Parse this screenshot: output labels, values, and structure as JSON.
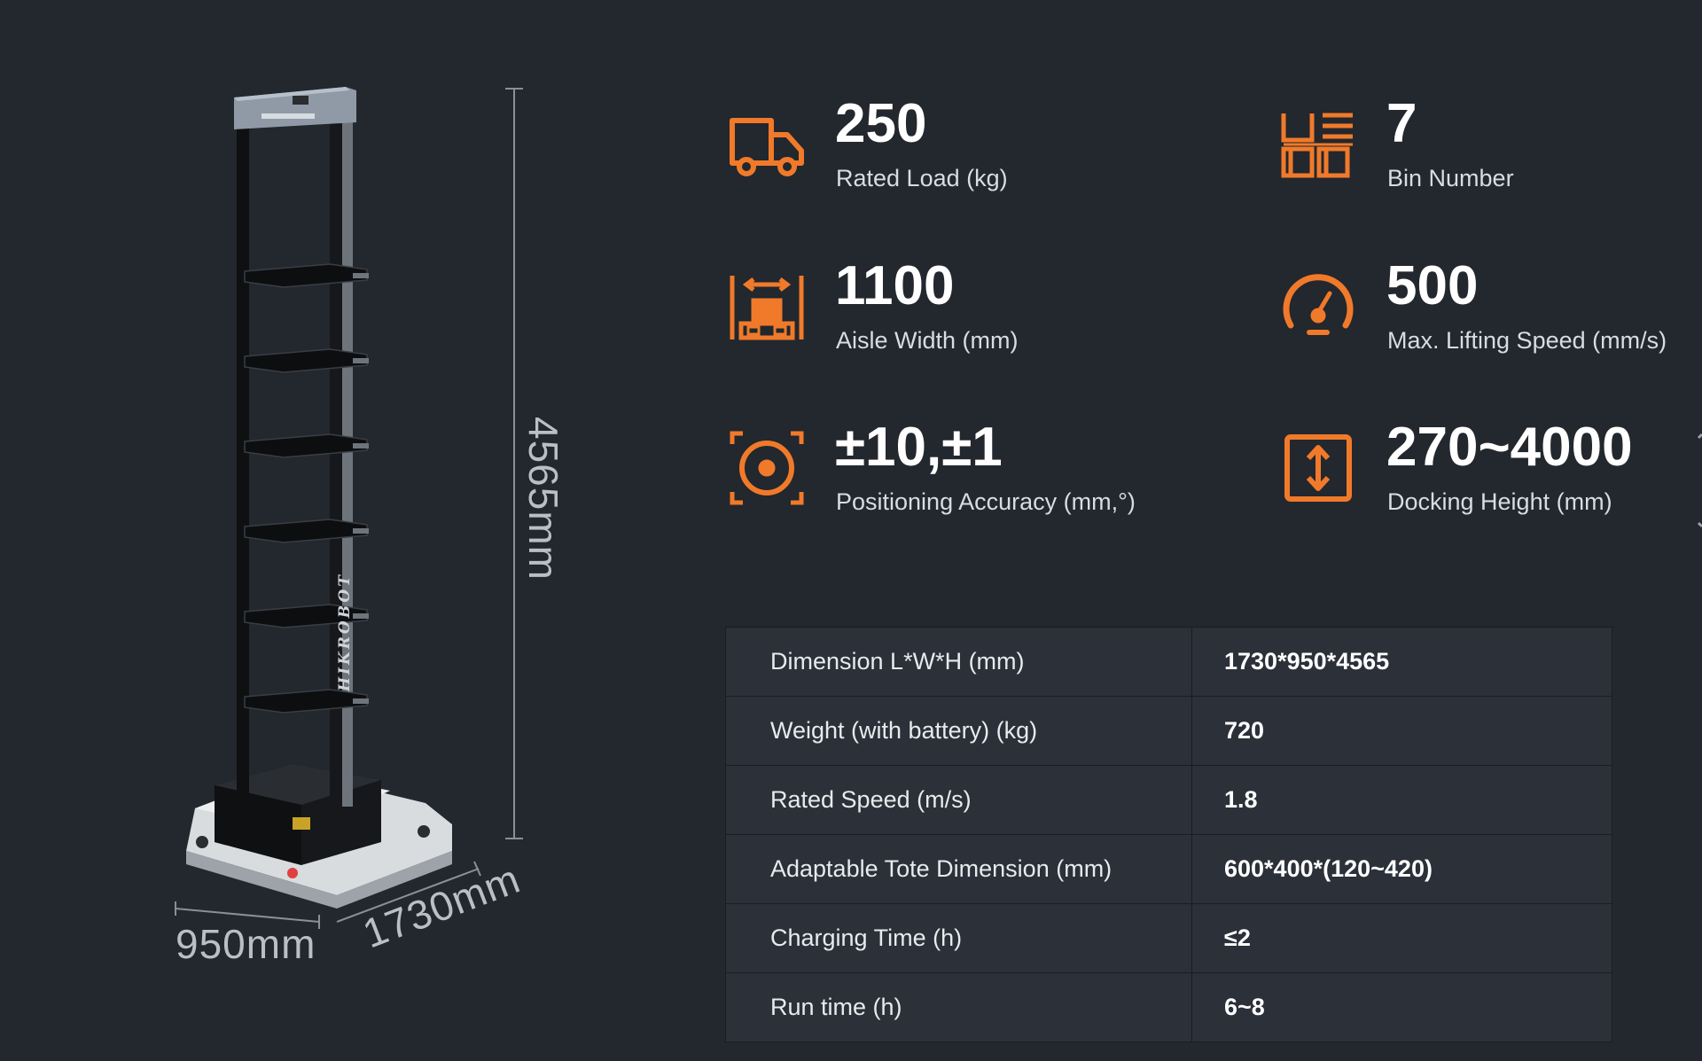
{
  "accent_color": "#f07a2a",
  "background_color": "#23272e",
  "robot": {
    "brand_text": "HIKROBOT",
    "dimensions": {
      "height_label": "4565mm",
      "width_label": "950mm",
      "length_label": "1730mm"
    }
  },
  "specs": {
    "rated_load": {
      "value": "250",
      "label": "Rated Load (kg)",
      "icon": "truck-icon"
    },
    "bin_number": {
      "value": "7",
      "label": "Bin Number",
      "icon": "bins-icon"
    },
    "aisle_width": {
      "value": "1100",
      "label": "Aisle Width (mm)",
      "icon": "aisle-width-icon"
    },
    "lifting_speed": {
      "value": "500",
      "label": "Max. Lifting Speed (mm/s)",
      "icon": "speedometer-icon"
    },
    "positioning_accuracy": {
      "value": "±10,±1",
      "label": "Positioning Accuracy (mm,°)",
      "icon": "target-icon"
    },
    "docking_height": {
      "value": "270~4000",
      "label": "Docking Height (mm)",
      "icon": "vertical-arrows-icon"
    }
  },
  "table": {
    "rows": [
      {
        "param": "Dimension L*W*H (mm)",
        "value": "1730*950*4565"
      },
      {
        "param": "Weight (with battery) (kg)",
        "value": "720"
      },
      {
        "param": "Rated Speed (m/s)",
        "value": "1.8"
      },
      {
        "param": "Adaptable Tote Dimension (mm)",
        "value": "600*400*(120~420)"
      },
      {
        "param": "Charging Time (h)",
        "value": "≤2"
      },
      {
        "param": "Run time (h)",
        "value": "6~8"
      }
    ]
  }
}
